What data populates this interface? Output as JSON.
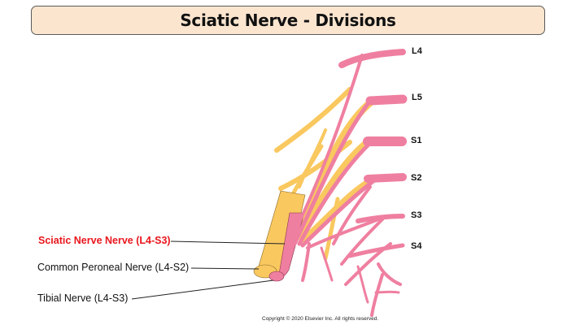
{
  "title": "Sciatic Nerve - Divisions",
  "roots": [
    "L4",
    "L5",
    "S1",
    "S2",
    "S3",
    "S4"
  ],
  "labels": {
    "sciatic": "Sciatic Nerve Nerve (L4-S3)",
    "peroneal": "Common Peroneal Nerve (L4-S2)",
    "tibial": "Tibial Nerve (L4-S3)"
  },
  "copyright": "Copyright © 2020 Elsevier Inc. All rights reserved.",
  "colors": {
    "peroneal_division": "#f9c85f",
    "tibial_division": "#ef7fa0",
    "title_bg": "#fbe5cf",
    "highlight_label": "#e8161c"
  }
}
